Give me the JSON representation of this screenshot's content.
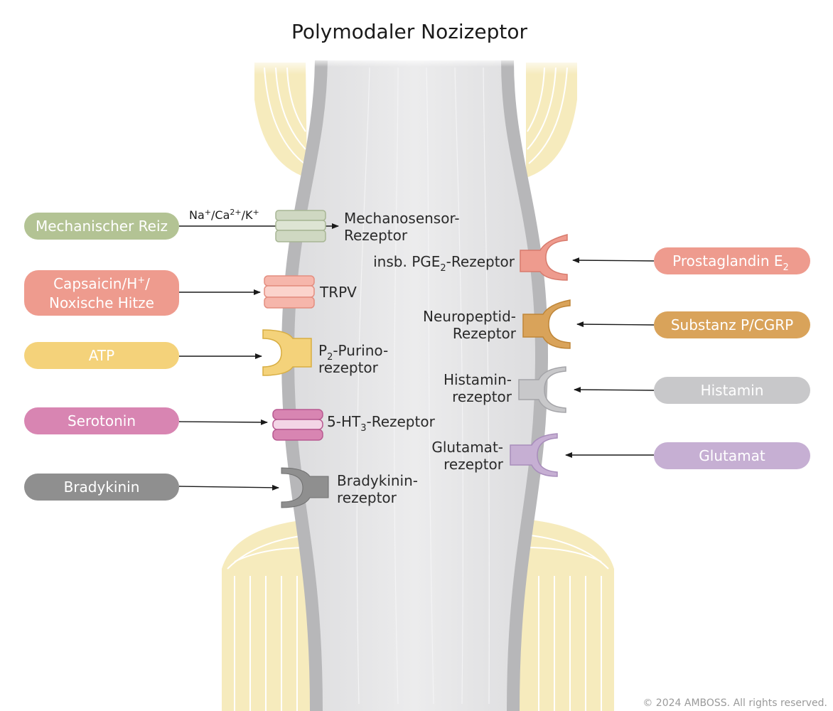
{
  "title": "Polymodaler Nozizeptor",
  "copyright": "© 2024 AMBOSS. All rights reserved.",
  "ions": {
    "na": "Na",
    "na_sup": "+",
    "ca": "/Ca",
    "ca_sup": "2+",
    "k": "/K",
    "k_sup": "+"
  },
  "stimuli_left": [
    {
      "line1": "Mechanischer Reiz",
      "color": "#b3c394"
    },
    {
      "line1a": "Capsaicin/H",
      "line1_sup": "+",
      "line1b": "/",
      "line2": "Noxische Hitze",
      "color": "#ee9b8e"
    },
    {
      "line1": "ATP",
      "color": "#f4d27a"
    },
    {
      "line1": "Serotonin",
      "color": "#d885b2"
    },
    {
      "line1": "Bradykinin",
      "color": "#8f8f8f"
    }
  ],
  "stimuli_right": [
    {
      "text": "Prostaglandin E",
      "sub": "2",
      "color": "#ee9b8e"
    },
    {
      "text": "Substanz P/CGRP",
      "color": "#d9a35a"
    },
    {
      "text": "Histamin",
      "color": "#c8c8ca"
    },
    {
      "text": "Glutamat",
      "color": "#c6afd3"
    }
  ],
  "receptors_left": [
    {
      "line1": "Mechanosensor-",
      "line2": "Rezeptor"
    },
    {
      "line1": "TRPV"
    },
    {
      "line1a": "P",
      "line1_sub": "2",
      "line1b": "-Purino-",
      "line2": "rezeptor"
    },
    {
      "line1a": "5-HT",
      "line1_sub": "3",
      "line1b": "-Rezeptor"
    },
    {
      "line1": "Bradykinin-",
      "line2": "rezeptor"
    }
  ],
  "receptors_right": [
    {
      "line1a": "insb. PGE",
      "line1_sub": "2",
      "line1b": "-Rezeptor"
    },
    {
      "line1": "Neuropeptid-",
      "line2": "Rezeptor"
    },
    {
      "line1": "Histamin-",
      "line2": "rezeptor"
    },
    {
      "line1": "Glutamat-",
      "line2": "rezeptor"
    }
  ]
}
